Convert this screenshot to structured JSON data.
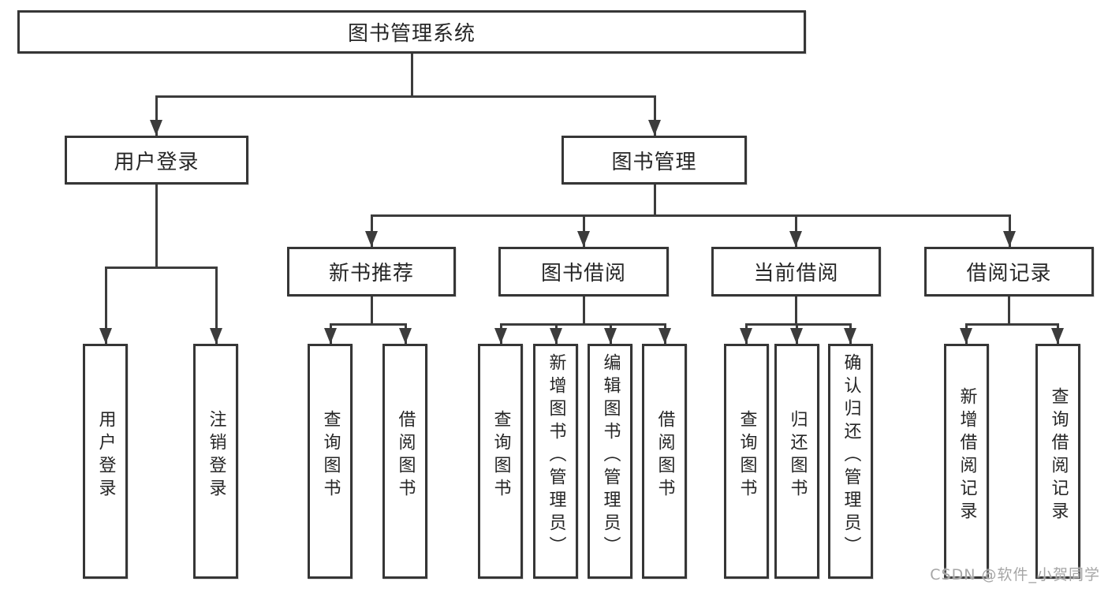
{
  "diagram": {
    "root": {
      "label": "图书管理系统",
      "children": [
        {
          "label": "用户登录",
          "children": [
            {
              "label": "用户登录"
            },
            {
              "label": "注销登录"
            }
          ]
        },
        {
          "label": "图书管理",
          "children": [
            {
              "label": "新书推荐",
              "children": [
                {
                  "label": "查询图书"
                },
                {
                  "label": "借阅图书"
                }
              ]
            },
            {
              "label": "图书借阅",
              "children": [
                {
                  "label": "查询图书"
                },
                {
                  "label": "新增图书（管理员）"
                },
                {
                  "label": "编辑图书（管理员）"
                },
                {
                  "label": "借阅图书"
                }
              ]
            },
            {
              "label": "当前借阅",
              "children": [
                {
                  "label": "查询图书"
                },
                {
                  "label": "归还图书"
                },
                {
                  "label": "确认归还（管理员）"
                }
              ]
            },
            {
              "label": "借阅记录",
              "children": [
                {
                  "label": "新增借阅记录"
                },
                {
                  "label": "查询借阅记录"
                }
              ]
            }
          ]
        }
      ]
    }
  },
  "watermark": {
    "text": "CSDN @软件_小贺同学"
  },
  "colors": {
    "line": "#3c3c3c",
    "border": "#363636",
    "text": "#262626",
    "watermark": "#a6a6a6",
    "background": "#ffffff"
  }
}
